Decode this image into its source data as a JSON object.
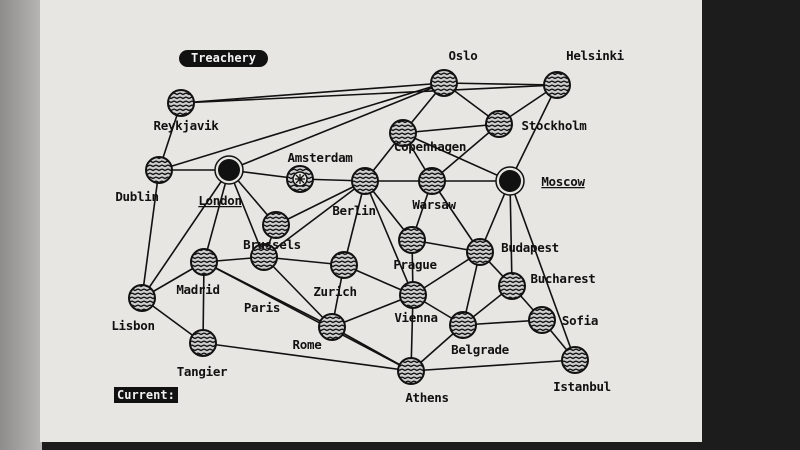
{
  "game": {
    "title": "Treachery",
    "current_label": "Current:"
  },
  "cities": [
    {
      "name": "Oslo",
      "state": "neutral"
    },
    {
      "name": "Helsinki",
      "state": "neutral"
    },
    {
      "name": "Reykjavik",
      "state": "neutral"
    },
    {
      "name": "Stockholm",
      "state": "neutral"
    },
    {
      "name": "Copenhagen",
      "state": "neutral"
    },
    {
      "name": "Dublin",
      "state": "neutral"
    },
    {
      "name": "London",
      "state": "capital"
    },
    {
      "name": "Amsterdam",
      "state": "selected"
    },
    {
      "name": "Berlin",
      "state": "neutral"
    },
    {
      "name": "Warsaw",
      "state": "neutral"
    },
    {
      "name": "Moscow",
      "state": "capital"
    },
    {
      "name": "Brussels",
      "state": "neutral"
    },
    {
      "name": "Prague",
      "state": "neutral"
    },
    {
      "name": "Budapest",
      "state": "neutral"
    },
    {
      "name": "Madrid",
      "state": "neutral"
    },
    {
      "name": "Paris",
      "state": "neutral"
    },
    {
      "name": "Zurich",
      "state": "neutral"
    },
    {
      "name": "Bucharest",
      "state": "neutral"
    },
    {
      "name": "Lisbon",
      "state": "neutral"
    },
    {
      "name": "Vienna",
      "state": "neutral"
    },
    {
      "name": "Rome",
      "state": "neutral"
    },
    {
      "name": "Belgrade",
      "state": "neutral"
    },
    {
      "name": "Sofia",
      "state": "neutral"
    },
    {
      "name": "Istanbul",
      "state": "neutral"
    },
    {
      "name": "Tangier",
      "state": "neutral"
    },
    {
      "name": "Athens",
      "state": "neutral"
    }
  ],
  "routes": [
    [
      "Reykjavik",
      "Oslo"
    ],
    [
      "Reykjavik",
      "Helsinki"
    ],
    [
      "Dublin",
      "Reykjavik"
    ],
    [
      "Dublin",
      "Oslo"
    ],
    [
      "London",
      "Oslo"
    ],
    [
      "Dublin",
      "London"
    ],
    [
      "London",
      "Amsterdam"
    ],
    [
      "Helsinki",
      "Oslo"
    ],
    [
      "Oslo",
      "Stockholm"
    ],
    [
      "Helsinki",
      "Stockholm"
    ],
    [
      "Helsinki",
      "Moscow"
    ],
    [
      "Oslo",
      "Copenhagen"
    ],
    [
      "Copenhagen",
      "Stockholm"
    ],
    [
      "Copenhagen",
      "Warsaw"
    ],
    [
      "Copenhagen",
      "Moscow"
    ],
    [
      "Stockholm",
      "Warsaw"
    ],
    [
      "Copenhagen",
      "Berlin"
    ],
    [
      "Amsterdam",
      "Berlin"
    ],
    [
      "Berlin",
      "Warsaw"
    ],
    [
      "Warsaw",
      "Moscow"
    ],
    [
      "Berlin",
      "Brussels"
    ],
    [
      "Berlin",
      "Paris"
    ],
    [
      "Berlin",
      "Zurich"
    ],
    [
      "Berlin",
      "Prague"
    ],
    [
      "Berlin",
      "Vienna"
    ],
    [
      "Warsaw",
      "Prague"
    ],
    [
      "Warsaw",
      "Budapest"
    ],
    [
      "Moscow",
      "Budapest"
    ],
    [
      "Moscow",
      "Bucharest"
    ],
    [
      "Moscow",
      "Istanbul"
    ],
    [
      "Budapest",
      "Prague"
    ],
    [
      "Budapest",
      "Vienna"
    ],
    [
      "Budapest",
      "Bucharest"
    ],
    [
      "Budapest",
      "Belgrade"
    ],
    [
      "Bucharest",
      "Belgrade"
    ],
    [
      "Bucharest",
      "Sofia"
    ],
    [
      "Sofia",
      "Belgrade"
    ],
    [
      "Sofia",
      "Istanbul"
    ],
    [
      "Belgrade",
      "Vienna"
    ],
    [
      "Belgrade",
      "Athens"
    ],
    [
      "Istanbul",
      "Athens"
    ],
    [
      "Athens",
      "Vienna"
    ],
    [
      "Athens",
      "Rome"
    ],
    [
      "Athens",
      "Tangier"
    ],
    [
      "Athens",
      "Madrid"
    ],
    [
      "Rome",
      "Zurich"
    ],
    [
      "Rome",
      "Vienna"
    ],
    [
      "Rome",
      "Paris"
    ],
    [
      "Rome",
      "Madrid"
    ],
    [
      "Paris",
      "Zurich"
    ],
    [
      "Paris",
      "Madrid"
    ],
    [
      "Paris",
      "Brussels"
    ],
    [
      "Paris",
      "London"
    ],
    [
      "Zurich",
      "Vienna"
    ],
    [
      "Lisbon",
      "Madrid"
    ],
    [
      "Lisbon",
      "Dublin"
    ],
    [
      "Lisbon",
      "London"
    ],
    [
      "Lisbon",
      "Tangier"
    ],
    [
      "Madrid",
      "Tangier"
    ],
    [
      "Madrid",
      "London"
    ],
    [
      "Brussels",
      "London"
    ],
    [
      "Prague",
      "Vienna"
    ]
  ],
  "colors": {
    "screen": "#e8e6e3",
    "ink": "#111111"
  }
}
